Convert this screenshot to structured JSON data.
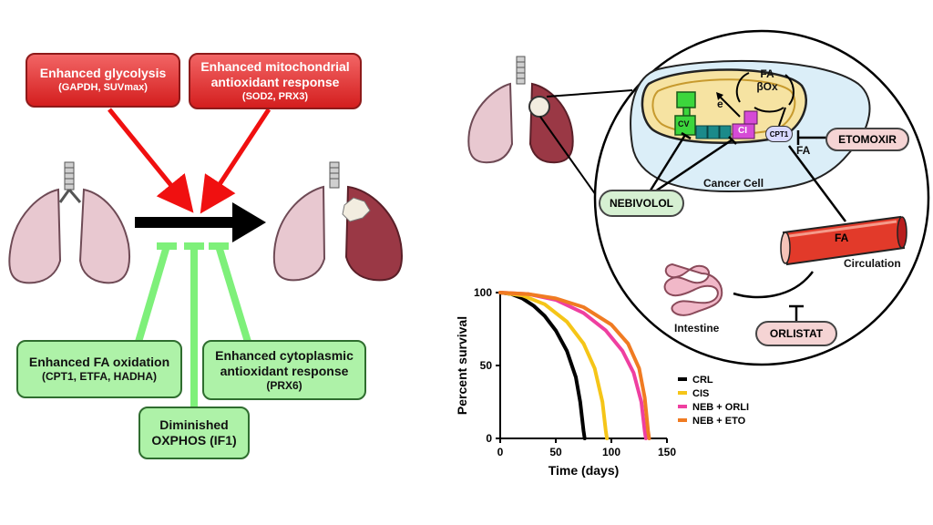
{
  "red_boxes": [
    {
      "title": "Enhanced glycolysis",
      "detail": "(GAPDH, SUVmax)"
    },
    {
      "title_line1": "Enhanced mitochondrial",
      "title_line2": "antioxidant response",
      "detail": "(SOD2, PRX3)"
    }
  ],
  "green_boxes": [
    {
      "title": "Enhanced FA oxidation",
      "detail": "(CPT1, ETFA, HADHA)"
    },
    {
      "title_line1": "Enhanced cytoplasmic",
      "title_line2": "antioxidant response",
      "detail": "(PRX6)"
    },
    {
      "title_line1": "Diminished",
      "title_line2": "OXPHOS (IF1)"
    }
  ],
  "mechanism": {
    "fa_box_line1": "FA",
    "fa_box_line2": "βOx",
    "electron": "e",
    "electron_sup": "-",
    "cv": "CV",
    "ci": "CI",
    "cpt1": "CPT1",
    "fa_label": "FA",
    "cancer_cell": "Cancer Cell",
    "etomoxir": "ETOMOXIR",
    "nebivolol": "NEBIVOLOL",
    "orlistat": "ORLISTAT",
    "intestine": "Intestine",
    "circulation": "Circulation",
    "vessel_fa": "FA"
  },
  "chart_data": {
    "type": "line",
    "ylabel": "Percent survival",
    "xlabel": "Time (days)",
    "xlim": [
      0,
      150
    ],
    "ylim": [
      0,
      100
    ],
    "xticks": [
      "0",
      "50",
      "100",
      "150"
    ],
    "yticks": [
      "0",
      "50",
      "100"
    ],
    "legend_position": "right",
    "series": [
      {
        "name": "CRL",
        "color": "#000000",
        "x": [
          0,
          10,
          20,
          30,
          40,
          50,
          60,
          68,
          72,
          75,
          76
        ],
        "y": [
          100,
          99,
          96,
          91,
          84,
          74,
          60,
          42,
          25,
          5,
          0
        ]
      },
      {
        "name": "CIS",
        "color": "#f5c518",
        "x": [
          0,
          20,
          40,
          60,
          75,
          85,
          92,
          95,
          96
        ],
        "y": [
          100,
          98,
          92,
          80,
          65,
          48,
          25,
          5,
          0
        ]
      },
      {
        "name": "NEB + ORLI",
        "color": "#ef3fa0",
        "x": [
          0,
          25,
          50,
          75,
          95,
          110,
          120,
          127,
          130,
          131
        ],
        "y": [
          100,
          99,
          95,
          86,
          74,
          60,
          45,
          25,
          5,
          0
        ]
      },
      {
        "name": "NEB + ETO",
        "color": "#f07b22",
        "x": [
          0,
          25,
          50,
          75,
          100,
          115,
          125,
          130,
          133,
          134
        ],
        "y": [
          100,
          99,
          96,
          90,
          78,
          65,
          48,
          28,
          5,
          0
        ]
      }
    ]
  }
}
